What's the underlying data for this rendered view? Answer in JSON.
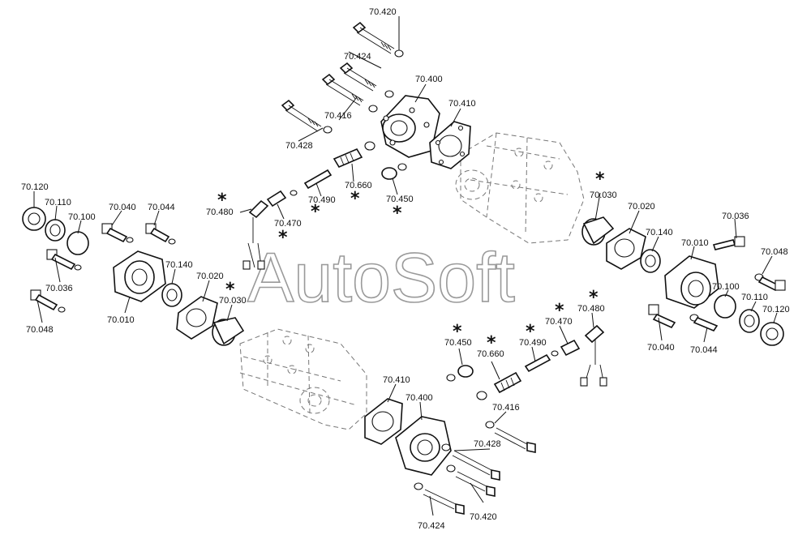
{
  "watermark": "AutoSoft",
  "labels": {
    "p70420_top": "70.420",
    "p70424_top": "70.424",
    "p70400_top": "70.400",
    "p70410_top": "70.410",
    "p70416_top": "70.416",
    "p70428_top": "70.428",
    "p70660_top": "70.660",
    "p70450_top": "70.450",
    "p70490_top": "70.490",
    "p70470_top": "70.470",
    "p70480_top": "70.480",
    "p70030_right": "70.030",
    "p70020_right": "70.020",
    "p70036_right": "70.036",
    "p70140_right": "70.140",
    "p70010_right": "70.010",
    "p70048_right": "70.048",
    "p70100_right": "70.100",
    "p70110_right": "70.110",
    "p70120_right": "70.120",
    "p70040_right": "70.040",
    "p70044_right": "70.044",
    "p70120_left": "70.120",
    "p70110_left": "70.110",
    "p70100_left": "70.100",
    "p70040_left": "70.040",
    "p70044_left": "70.044",
    "p70036_left": "70.036",
    "p70140_left": "70.140",
    "p70020_left": "70.020",
    "p70030_left": "70.030",
    "p70048_left": "70.048",
    "p70010_left": "70.010",
    "p70410_bottom": "70.410",
    "p70400_bottom": "70.400",
    "p70450_bottom": "70.450",
    "p70660_bottom": "70.660",
    "p70490_bottom": "70.490",
    "p70470_bottom": "70.470",
    "p70480_bottom": "70.480",
    "p70416_bottom": "70.416",
    "p70428_bottom": "70.428",
    "p70420_bottom": "70.420",
    "p70424_bottom": "70.424"
  },
  "marker": "*"
}
